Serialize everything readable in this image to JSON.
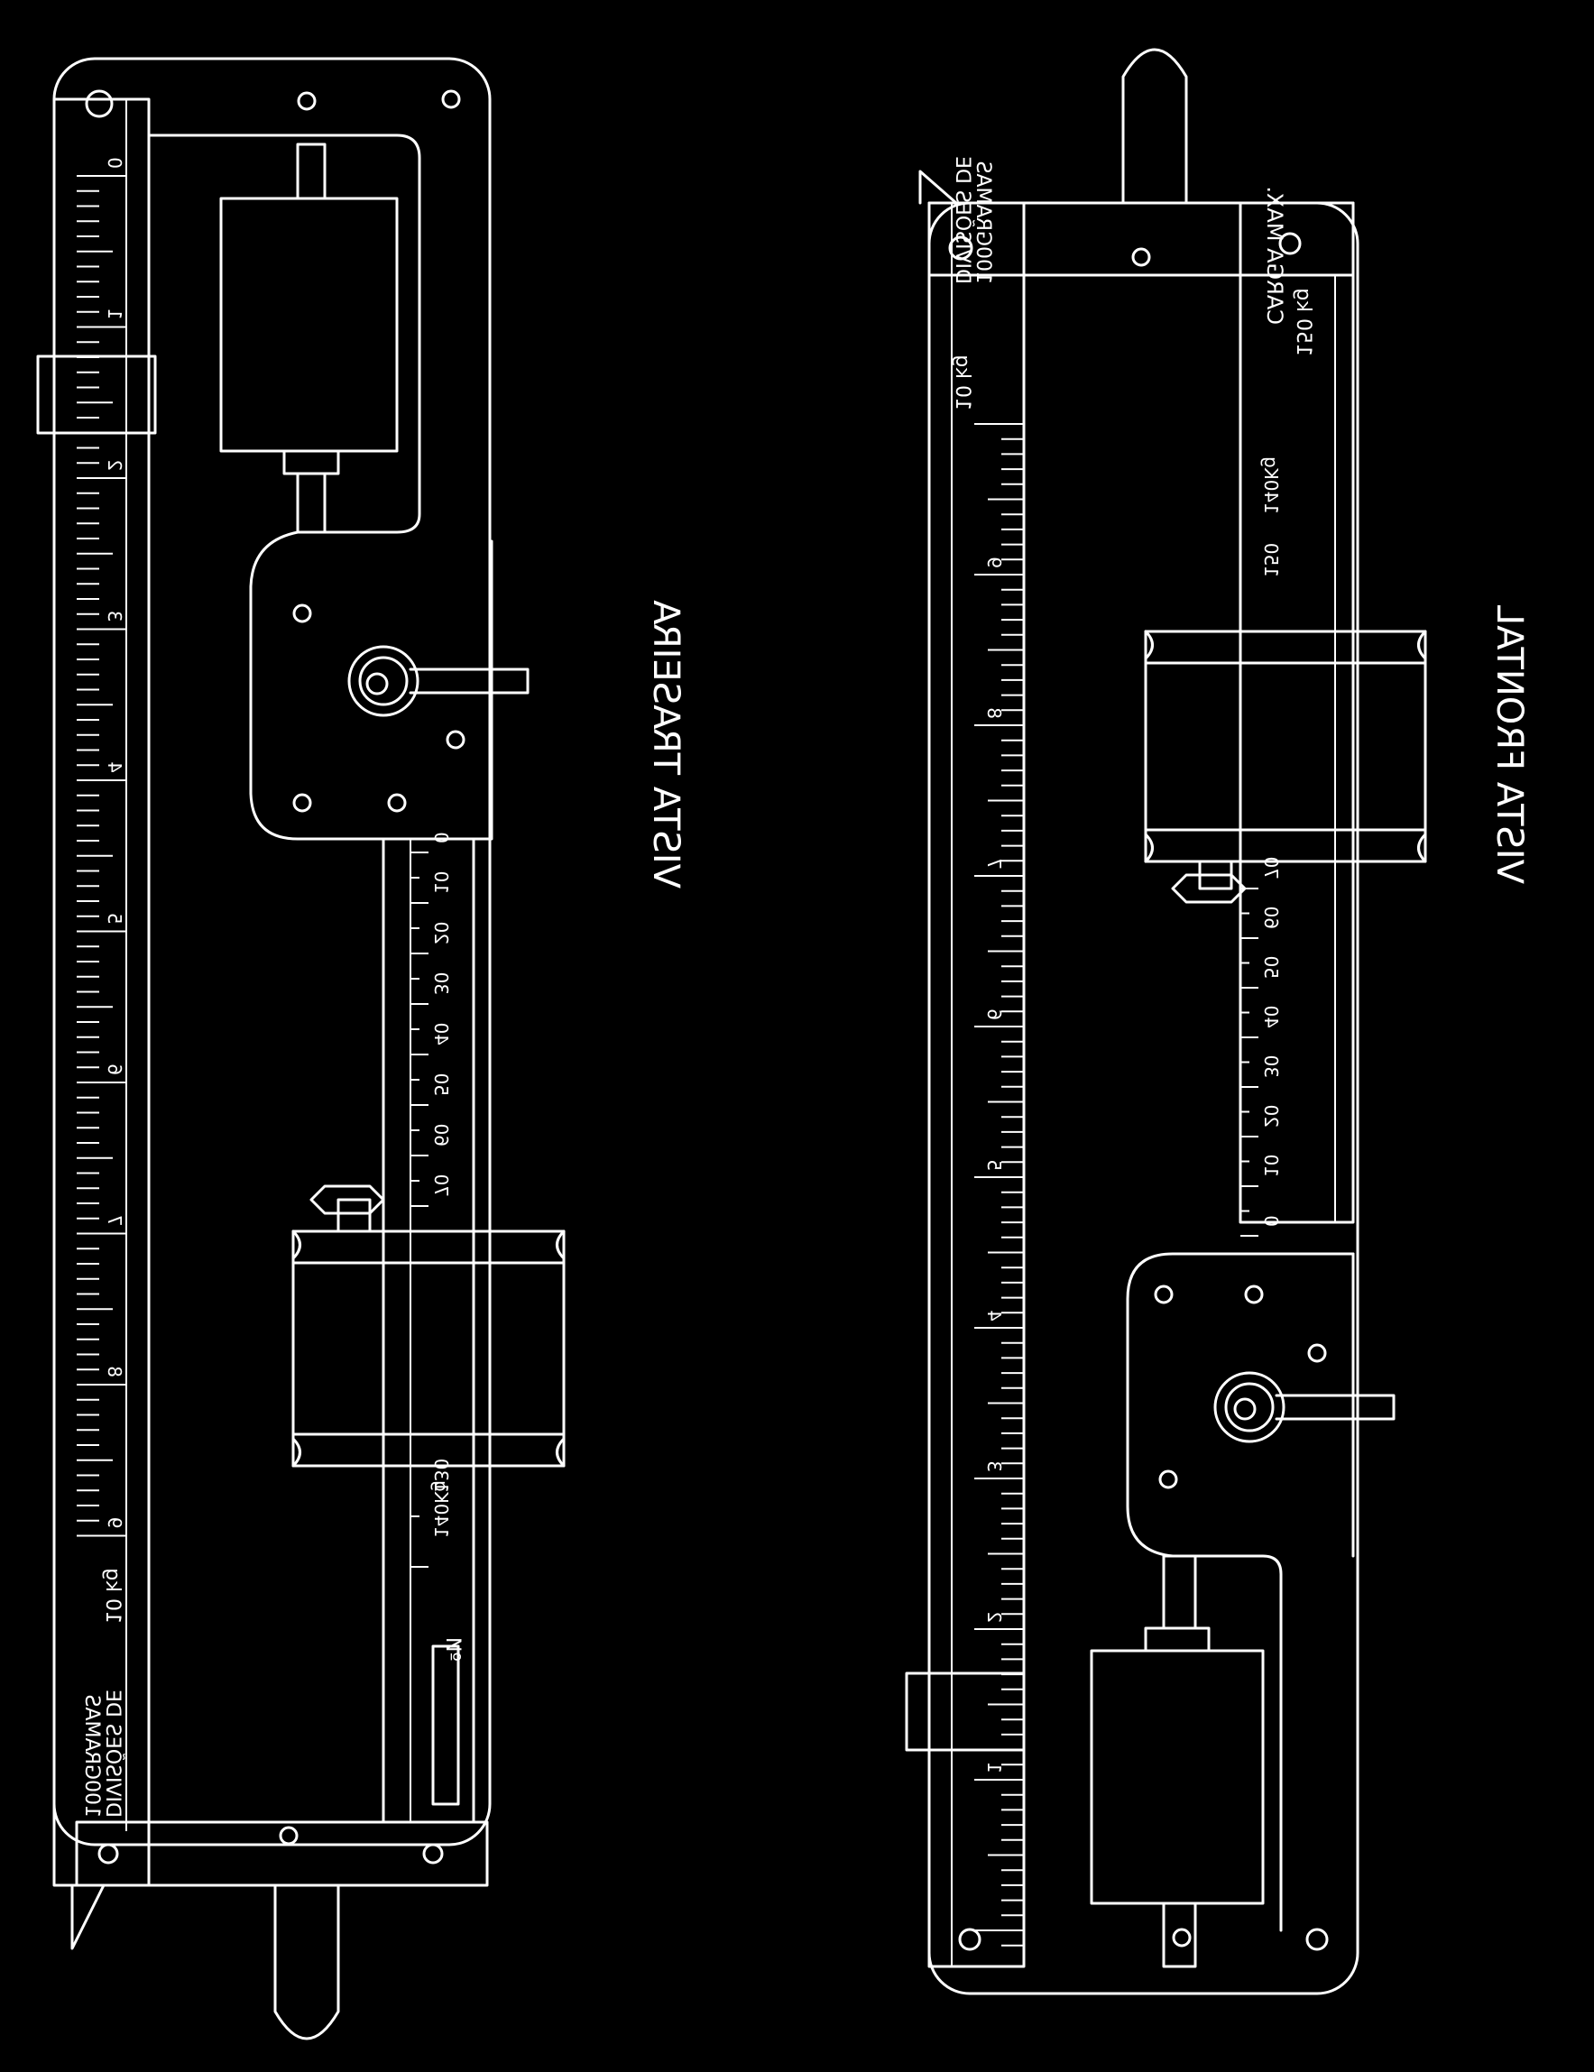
{
  "colors": {
    "background": "#000000",
    "stroke": "#ffffff"
  },
  "views": [
    {
      "title": "VISTA TRASEIRA",
      "scale_main_label": [
        "DIVISÕES DE",
        "100GRAMAS"
      ],
      "scale_unit": "10 kg",
      "main_scale_numbers": [
        "0",
        "1",
        "2",
        "3",
        "4",
        "5",
        "6",
        "7",
        "8",
        "9"
      ],
      "secondary_scale_numbers": [
        "0",
        "10",
        "20",
        "30",
        "40",
        "50",
        "60",
        "70"
      ],
      "secondary_end_numbers": [
        "130",
        "140Kg"
      ],
      "serial_label": "Nº"
    },
    {
      "title": "VISTA FRONTAL",
      "scale_main_label": [
        "DIVISÕES DE",
        "100GRAMAS"
      ],
      "scale_unit": "10 kg",
      "capacity_label": [
        "CARGA MAX.",
        "150 kg"
      ],
      "main_scale_numbers": [
        "1",
        "2",
        "3",
        "4",
        "5",
        "6",
        "7",
        "8",
        "9"
      ],
      "secondary_scale_numbers": [
        "0",
        "10",
        "20",
        "30",
        "40",
        "50",
        "60",
        "70"
      ],
      "secondary_end_numbers": [
        "140Kg",
        "150"
      ]
    }
  ]
}
